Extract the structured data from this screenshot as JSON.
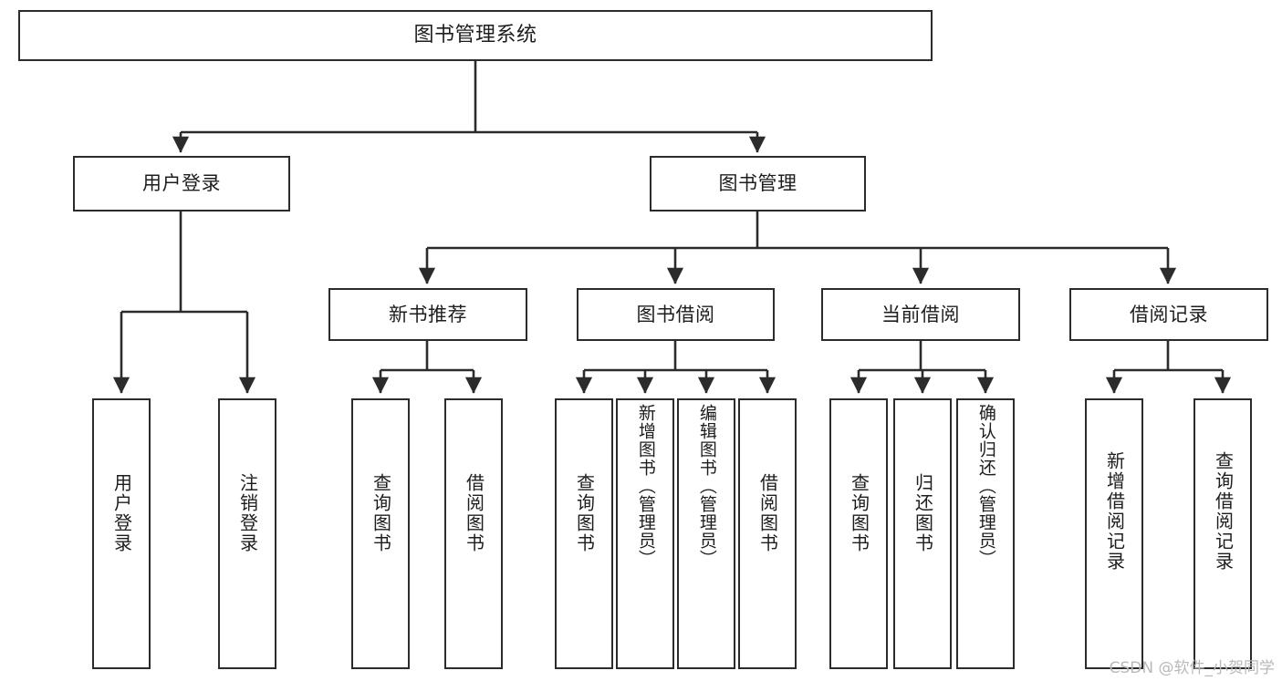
{
  "diagram": {
    "type": "tree",
    "title": "图书管理系统",
    "colors": {
      "stroke": "#2b2b2b",
      "fill": "#ffffff",
      "text": "#1d1d1d",
      "watermark": "#b9b9b9"
    },
    "root": {
      "label": "图书管理系统"
    },
    "level2": [
      {
        "label": "用户登录"
      },
      {
        "label": "图书管理"
      }
    ],
    "level3": [
      {
        "label": "新书推荐"
      },
      {
        "label": "图书借阅"
      },
      {
        "label": "当前借阅"
      },
      {
        "label": "借阅记录"
      }
    ],
    "leaves": {
      "user_login": [
        {
          "label": "用户登录"
        },
        {
          "label": "注销登录"
        }
      ],
      "new_book": [
        {
          "label": "查询图书"
        },
        {
          "label": "借阅图书"
        }
      ],
      "book_borrow": [
        {
          "label": "查询图书"
        },
        {
          "label": "新增图书（管理员）"
        },
        {
          "label": "编辑图书（管理员）"
        },
        {
          "label": "借阅图书"
        }
      ],
      "current_borrow": [
        {
          "label": "查询图书"
        },
        {
          "label": "归还图书"
        },
        {
          "label": "确认归还（管理员）"
        }
      ],
      "borrow_record": [
        {
          "label": "新增借阅记录"
        },
        {
          "label": "查询借阅记录"
        }
      ]
    }
  },
  "watermark": {
    "text": "CSDN @软件_小贺同学"
  }
}
